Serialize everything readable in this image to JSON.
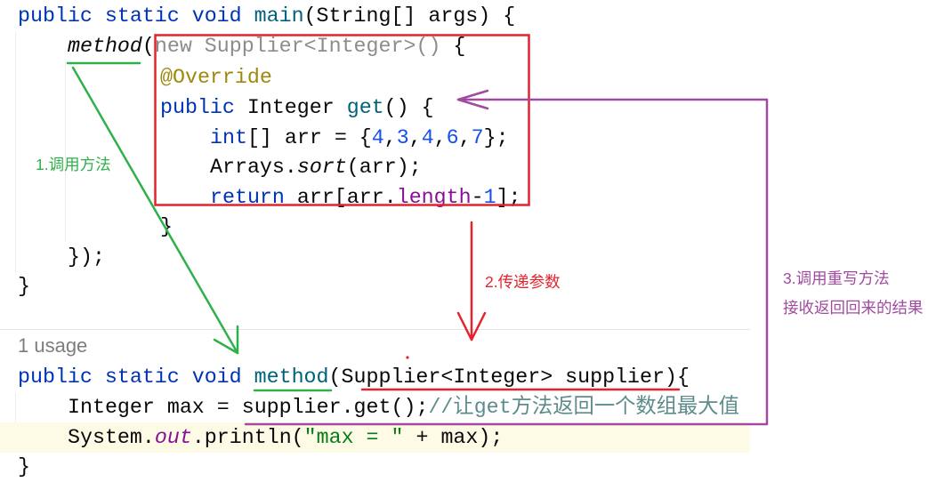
{
  "colors": {
    "keyword": "#0033b3",
    "declaration": "#00627a",
    "number": "#1750eb",
    "annotation": "#9e880d",
    "field": "#871094",
    "string": "#067d17",
    "comment": "#5e8b8b",
    "inactive": "#8c8c8c",
    "text": "#080808",
    "current_line": "#fdfae6",
    "mark_green": "#2eb14a",
    "mark_red": "#e4232d",
    "mark_purple": "#a04ba0"
  },
  "code_top": [
    [
      "public static void ",
      "main",
      "(String[] args) {"
    ],
    [
      "method",
      "(",
      "new Supplier<Integer>()",
      " {"
    ],
    [
      "@Override"
    ],
    [
      "public",
      " Integer ",
      "get",
      "() {"
    ],
    [
      "int",
      "[] arr = {",
      "4",
      ",",
      "3",
      ",",
      "4",
      ",",
      "6",
      ",",
      "7",
      "};"
    ],
    [
      "Arrays.",
      "sort",
      "(arr);"
    ],
    [
      "return",
      " arr[arr.",
      "length",
      "-",
      "1",
      "];"
    ],
    [
      "}"
    ],
    [
      "});"
    ],
    [
      "}"
    ]
  ],
  "usage_hint": "1 usage",
  "code_bottom": [
    [
      "public static void ",
      "method",
      "(Supplier<Integer> supplier){"
    ],
    [
      "Integer max = supplier.get();",
      "//让get方法返回一个数组最大值"
    ],
    [
      "System.",
      "out",
      ".println(",
      "\"max = \"",
      " + max);"
    ],
    [
      "}"
    ]
  ],
  "annotations": {
    "step1": "1.调用方法",
    "step2": "2.传递参数",
    "step3_line1": "3.调用重写方法",
    "step3_line2": "接收返回回来的结果"
  }
}
